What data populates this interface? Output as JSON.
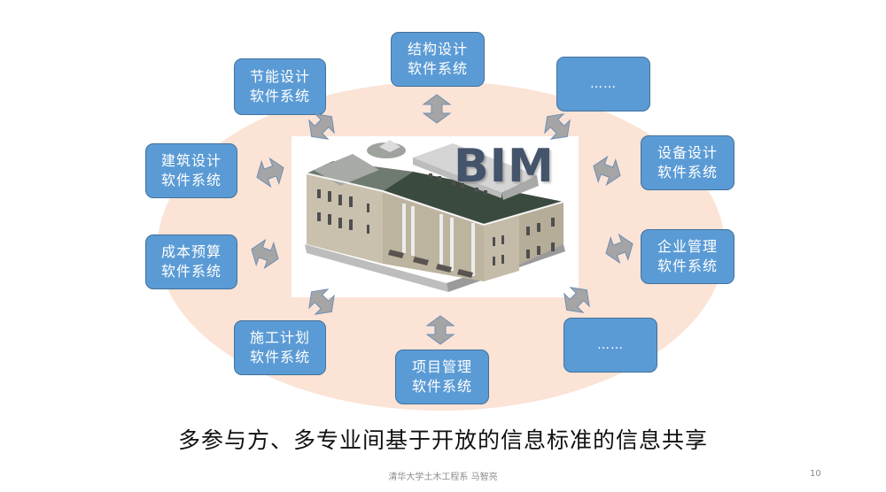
{
  "diagram": {
    "center": {
      "logo_text": "BIM",
      "image": "building-3d-model"
    },
    "nodes": [
      {
        "id": "structural",
        "line1": "结构设计",
        "line2": "软件系统"
      },
      {
        "id": "energy",
        "line1": "节能设计",
        "line2": "软件系统"
      },
      {
        "id": "other-top",
        "line1": "……",
        "line2": ""
      },
      {
        "id": "architecture",
        "line1": "建筑设计",
        "line2": "软件系统"
      },
      {
        "id": "equipment",
        "line1": "设备设计",
        "line2": "软件系统"
      },
      {
        "id": "cost",
        "line1": "成本预算",
        "line2": "软件系统"
      },
      {
        "id": "enterprise",
        "line1": "企业管理",
        "line2": "软件系统"
      },
      {
        "id": "construction",
        "line1": "施工计划",
        "line2": "软件系统"
      },
      {
        "id": "project",
        "line1": "项目管理",
        "line2": "软件系统"
      },
      {
        "id": "other-bottom",
        "line1": "……",
        "line2": ""
      }
    ],
    "arrow_icon": "bidirectional-arrow-icon"
  },
  "caption": "多参与方、多专业间基于开放的信息标准的信息共享",
  "footer": {
    "author": "清华大学土木工程系 马智亮",
    "page_number": "10"
  },
  "colors": {
    "node_fill": "#5b9bd5",
    "node_border": "#41719c",
    "halo": "#fbe3d6",
    "arrow_fill": "#a5a5a5",
    "arrow_border": "#5b7fa6",
    "bim_text": "#44546a"
  }
}
